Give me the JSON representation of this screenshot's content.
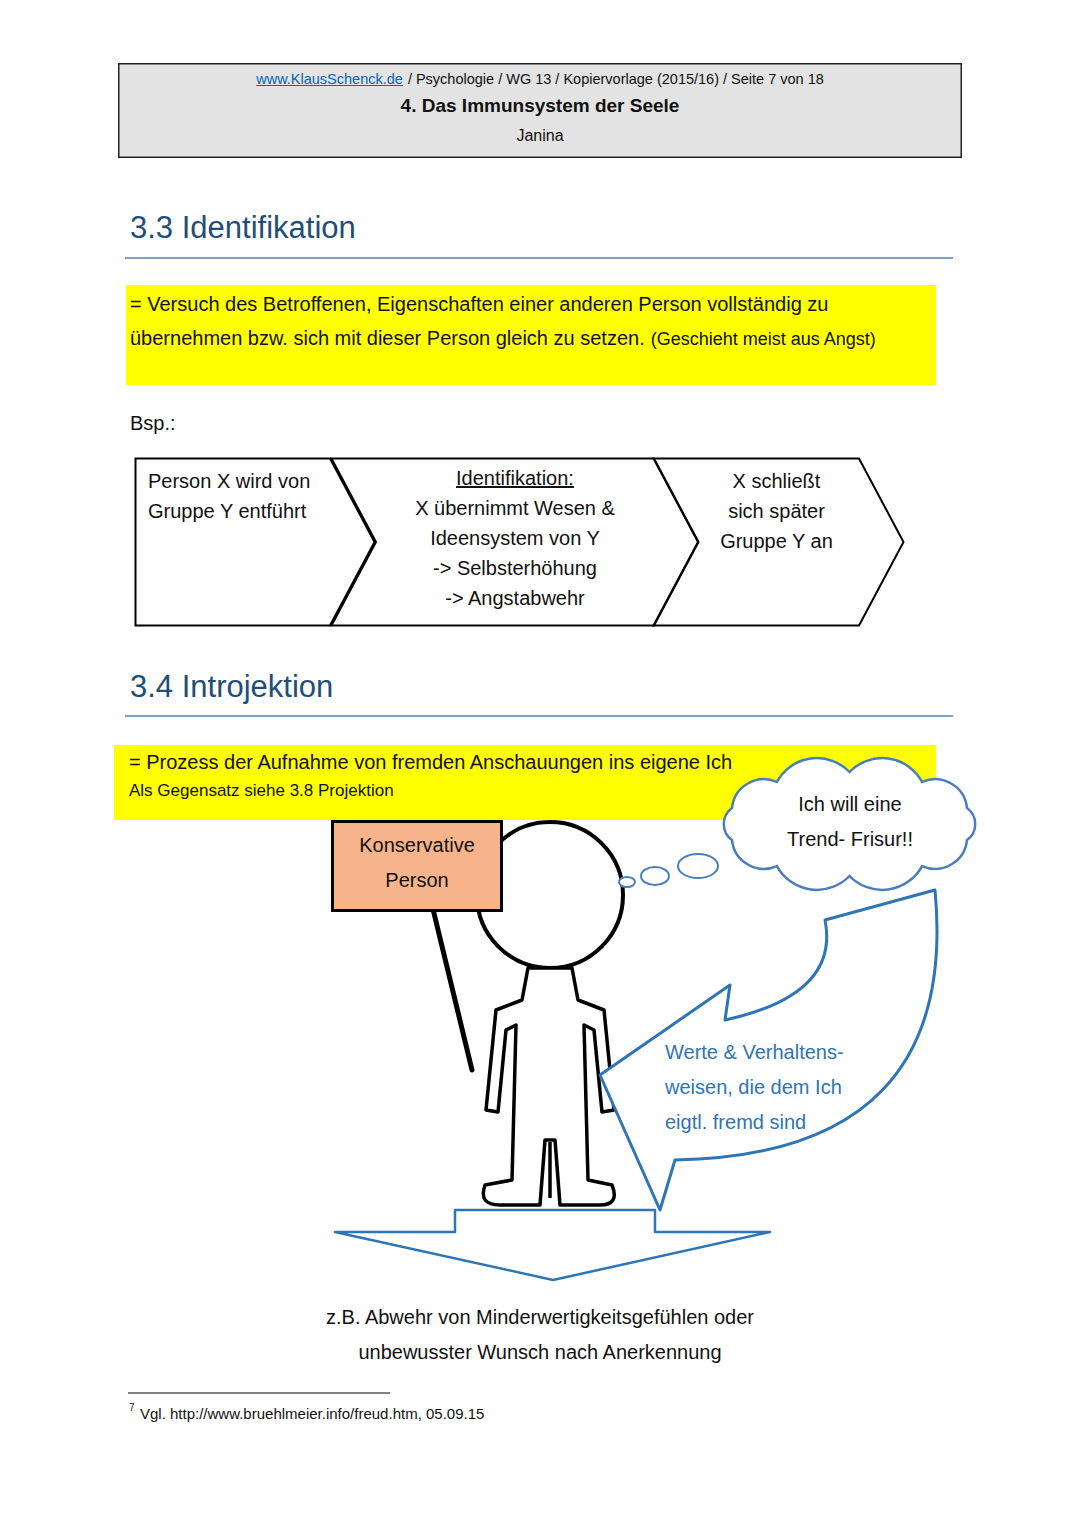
{
  "diagram": {
    "nodes": [
      {
        "text": [
          "www.KlausSchenck.de",
          "/ Psychologie / WG 13 / Kopiervorlage (2015/16) / Seite 7 von 18",
          "4. Das Immunsystem der Seele",
          "Janina"
        ]
      },
      {
        "text": [
          "= Versuch des Betroffenen, Eigenschaften einer anderen Person vollständig zu übernehmen bzw. sich mit dieser Person gleich zu setzen.",
          "(Geschieht meist aus Angst)"
        ]
      },
      {
        "text": [
          "Person X wird von Gruppe Y entführt"
        ]
      },
      {
        "text": [
          "Identifikation:",
          "X übernimmt Wesen & Ideensystem von Y",
          "-> Selbsterhöhung",
          "-> Angstabwehr"
        ]
      },
      {
        "text": [
          "X schließt sich später Gruppe Y an"
        ]
      },
      {
        "text": [
          "= Prozess der Aufnahme von fremden Anschauungen ins eigene Ich",
          "Als Gegensatz siehe 3.8 Projektion"
        ]
      },
      {
        "text": [
          "Konservative Person"
        ]
      },
      {
        "text": [
          "Ich will eine Trend- Frisur!!"
        ]
      },
      {
        "text": [
          "Werte & Verhaltens- weisen, die dem Ich eigtl. fremd sind"
        ]
      }
    ],
    "labels": [
      "3.3 Identifikation",
      "Bsp.:",
      "3.4 Introjektion",
      "z.B. Abwehr von Minderwertigkeitsgefühlen oder unbewusster Wunsch nach Anerkennung",
      "7",
      "Vgl. http://www.bruehlmeier.info/freud.htm, 05.09.15"
    ]
  }
}
